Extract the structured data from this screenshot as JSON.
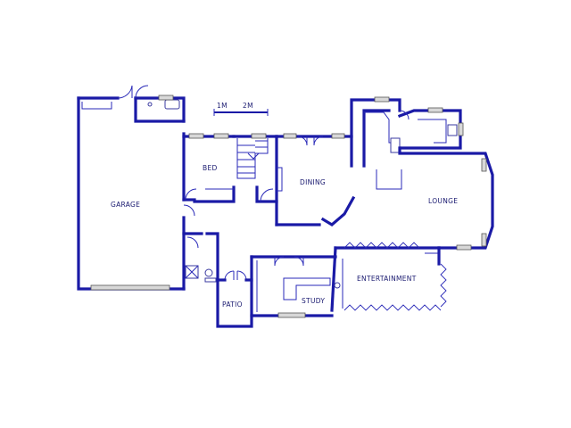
{
  "rooms": {
    "garage": "GARAGE",
    "bed": "BED",
    "dining": "DINING",
    "lounge": "LOUNGE",
    "patio": "PATIO",
    "study": "STUDY",
    "entertainment": "ENTERTAINMENT"
  },
  "scale": {
    "label_1m": "1M",
    "label_2m": "2M"
  },
  "colors": {
    "wall": "#1a1aa6",
    "window": "#d8d8d8",
    "background": "#ffffff"
  }
}
